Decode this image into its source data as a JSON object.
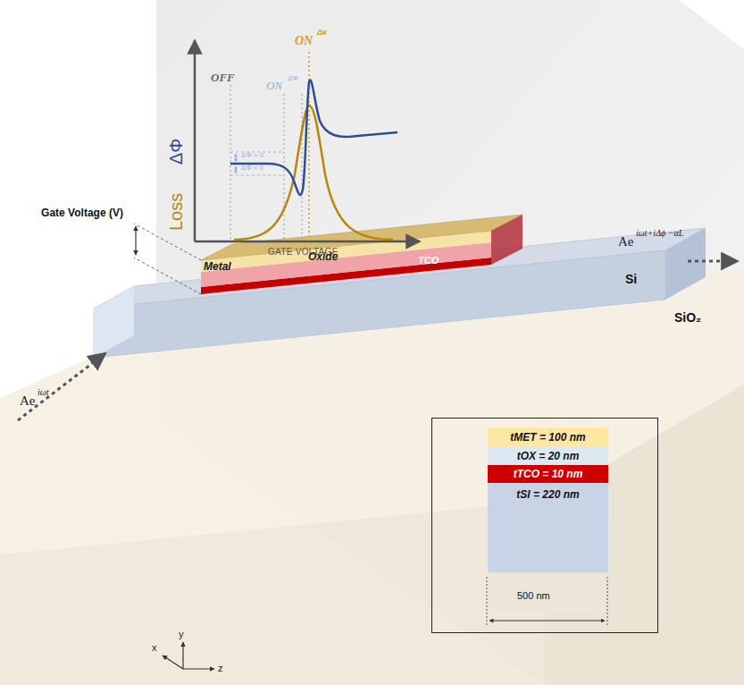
{
  "diagram": {
    "nodes": [
      {
        "text": [
          "500 nm"
        ]
      },
      {
        "text": [
          "tMET = 100 nm"
        ],
        "in": 0
      },
      {
        "text": [
          "tOX =  20 nm"
        ],
        "in": 0
      },
      {
        "text": [
          "tTCO =  10 nm"
        ],
        "in": 0
      },
      {
        "text": [
          "tSI = 220 nm"
        ],
        "in": 0
      }
    ],
    "labels": [
      "ΔΦ",
      "Loss",
      "OFF",
      "ON",
      "Δκ",
      "ON",
      "ΔΦ",
      "ΔΦ > 0",
      "ΔΦ < 0",
      "GATE VOLTAGE",
      "Gate Voltage (V)",
      "Metal",
      "Oxide",
      "TCO",
      "Si",
      "SiO₂",
      "Ae",
      "iωt",
      "Ae",
      "iωt+iΔϕ −αL",
      "x",
      "y",
      "z"
    ]
  }
}
